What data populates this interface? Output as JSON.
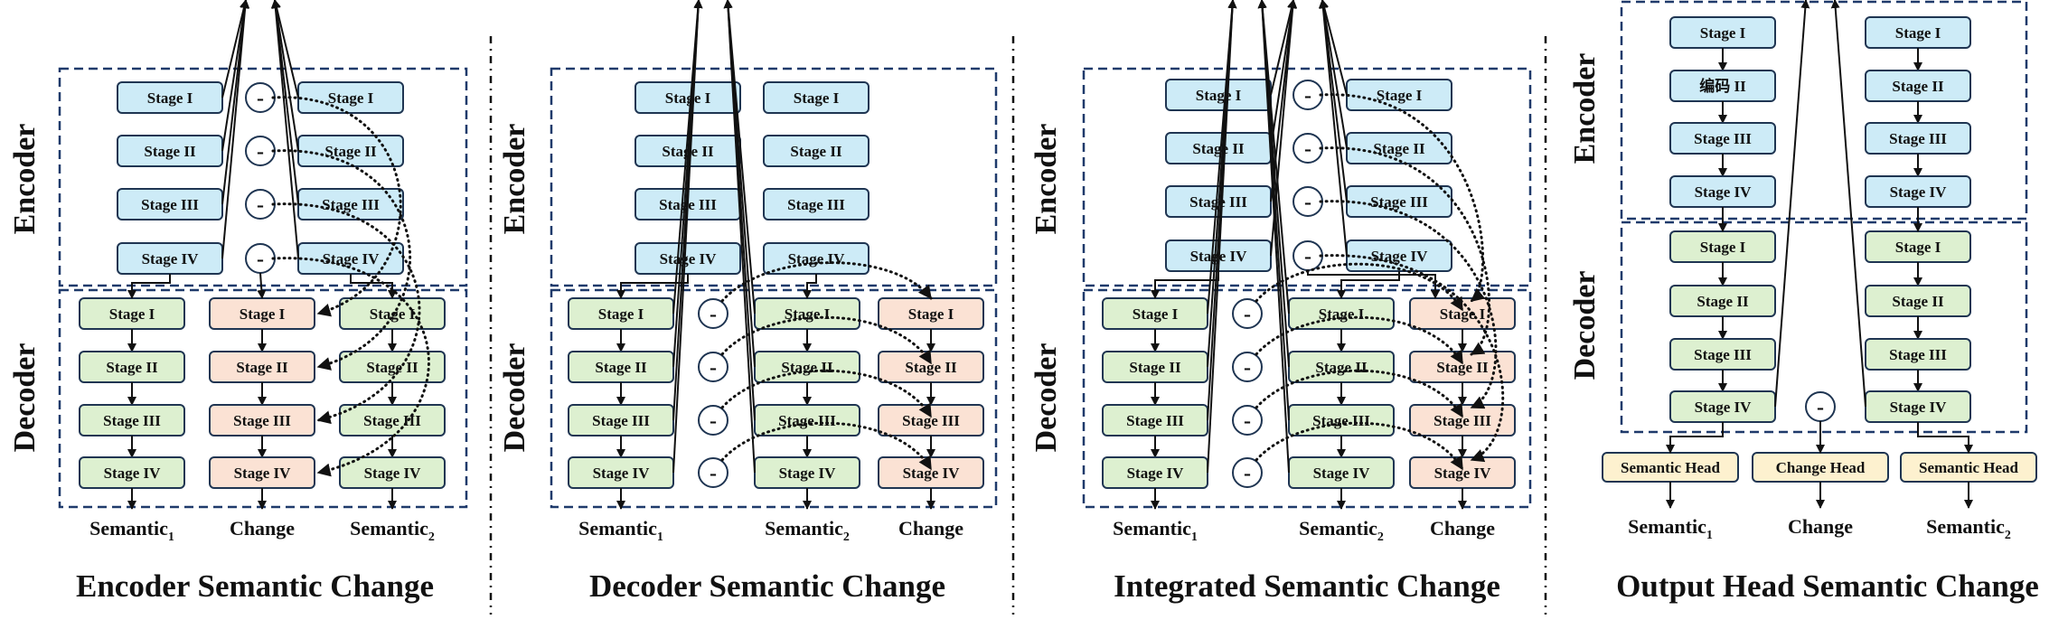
{
  "colors": {
    "encoder_fill": "#CDEBF7",
    "decoder_fill": "#DDF0D0",
    "change_fill": "#FBE2D4",
    "head_fill": "#FDF1CF",
    "stroke": "#1F3552",
    "frame": "#1F3A6B"
  },
  "panels": [
    {
      "title": "Encoder Semantic Change",
      "encoder_label": "Encoder",
      "decoder_label": "Decoder",
      "enc_col1": [
        "Stage I",
        "Stage II",
        "Stage III",
        "Stage IV"
      ],
      "enc_col2": [
        "Stage I",
        "Stage II",
        "Stage III",
        "Stage IV"
      ],
      "dec_sem1": [
        "Stage I",
        "Stage II",
        "Stage III",
        "Stage IV"
      ],
      "dec_change": [
        "Stage I",
        "Stage II",
        "Stage III",
        "Stage IV"
      ],
      "dec_sem2": [
        "Stage I",
        "Stage II",
        "Stage III",
        "Stage IV"
      ],
      "minus": "-",
      "outputs": [
        {
          "text": "Semantic",
          "sub": "1"
        },
        {
          "text": "Change",
          "sub": ""
        },
        {
          "text": "Semantic",
          "sub": "2"
        }
      ]
    },
    {
      "title": "Decoder Semantic Change",
      "encoder_label": "Encoder",
      "decoder_label": "Decoder",
      "enc_col1": [
        "Stage I",
        "Stage II",
        "Stage III",
        "Stage IV"
      ],
      "enc_col2": [
        "Stage I",
        "Stage II",
        "Stage III",
        "Stage IV"
      ],
      "dec_sem1": [
        "Stage I",
        "Stage II",
        "Stage III",
        "Stage IV"
      ],
      "dec_sem2": [
        "Stage I",
        "Stage II",
        "Stage III",
        "Stage IV"
      ],
      "dec_change": [
        "Stage I",
        "Stage II",
        "Stage III",
        "Stage IV"
      ],
      "minus": "-",
      "outputs": [
        {
          "text": "Semantic",
          "sub": "1"
        },
        {
          "text": "Semantic",
          "sub": "2"
        },
        {
          "text": "Change",
          "sub": ""
        }
      ]
    },
    {
      "title": "Integrated Semantic Change",
      "encoder_label": "Encoder",
      "decoder_label": "Decoder",
      "enc_col1": [
        "Stage I",
        "Stage II",
        "Stage III",
        "Stage IV"
      ],
      "enc_col2": [
        "Stage I",
        "Stage II",
        "Stage III",
        "Stage IV"
      ],
      "dec_sem1": [
        "Stage I",
        "Stage II",
        "Stage III",
        "Stage IV"
      ],
      "dec_sem2": [
        "Stage I",
        "Stage II",
        "Stage III",
        "Stage IV"
      ],
      "dec_change": [
        "Stage I",
        "Stage II",
        "Stage III",
        "Stage IV"
      ],
      "minus": "-",
      "outputs": [
        {
          "text": "Semantic",
          "sub": "1"
        },
        {
          "text": "Semantic",
          "sub": "2"
        },
        {
          "text": "Change",
          "sub": ""
        }
      ]
    },
    {
      "title": "Output Head Semantic Change",
      "encoder_label": "Encoder",
      "decoder_label": "Decoder",
      "enc_col1": [
        "Stage I",
        "编码 II",
        "Stage III",
        "Stage IV"
      ],
      "enc_col2": [
        "Stage I",
        "Stage II",
        "Stage III",
        "Stage IV"
      ],
      "dec_col1": [
        "Stage I",
        "Stage II",
        "Stage III",
        "Stage IV"
      ],
      "dec_col2": [
        "Stage I",
        "Stage II",
        "Stage III",
        "Stage IV"
      ],
      "minus": "-",
      "heads": [
        "Semantic Head",
        "Change Head",
        "Semantic Head"
      ],
      "outputs": [
        {
          "text": "Semantic",
          "sub": "1"
        },
        {
          "text": "Change",
          "sub": ""
        },
        {
          "text": "Semantic",
          "sub": "2"
        }
      ]
    }
  ]
}
